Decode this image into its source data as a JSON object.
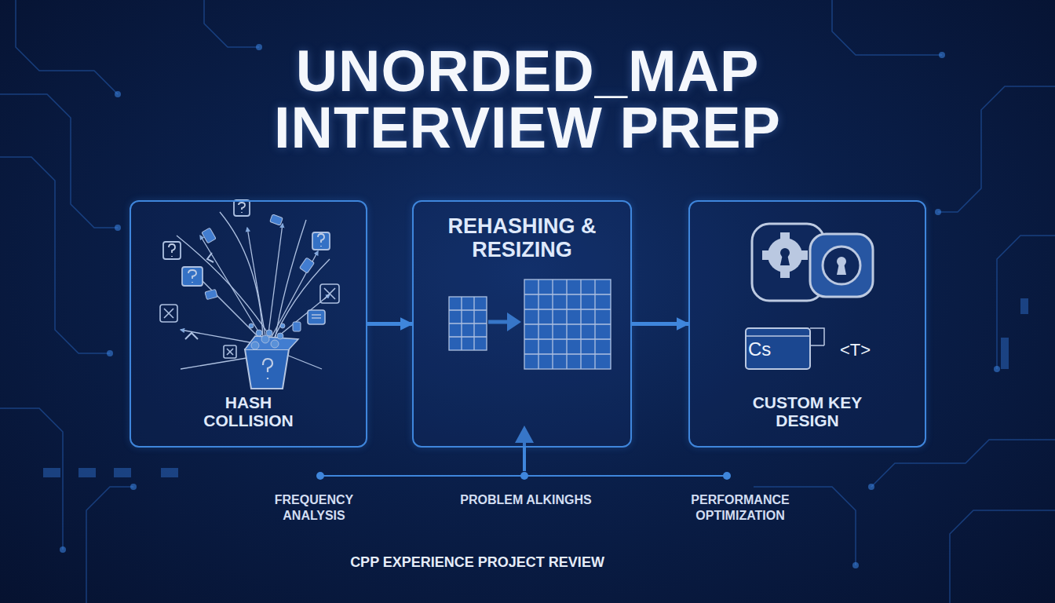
{
  "diagram": {
    "title": "UNORDED_MAP INTERVIEW PREP",
    "caption": "CPP EXPERIENCE PROJECT REVIEW",
    "nodes": [
      {
        "text": [
          "HASH COLLISION"
        ]
      },
      {
        "text": [
          "REHASHING & RESIZING"
        ]
      },
      {
        "text": [
          "CUSTOM KEY DESIGN"
        ]
      }
    ],
    "edges": [
      {
        "from": 0,
        "to": 1,
        "arrow": "to"
      },
      {
        "from": 1,
        "to": 2,
        "arrow": "to"
      }
    ],
    "labels": [
      "Cs",
      "<T>",
      "FREQUENCY ANALYSIS",
      "PROBLEM ALKINGHS",
      "PERFORMANCE OPTIMIZATION"
    ]
  }
}
